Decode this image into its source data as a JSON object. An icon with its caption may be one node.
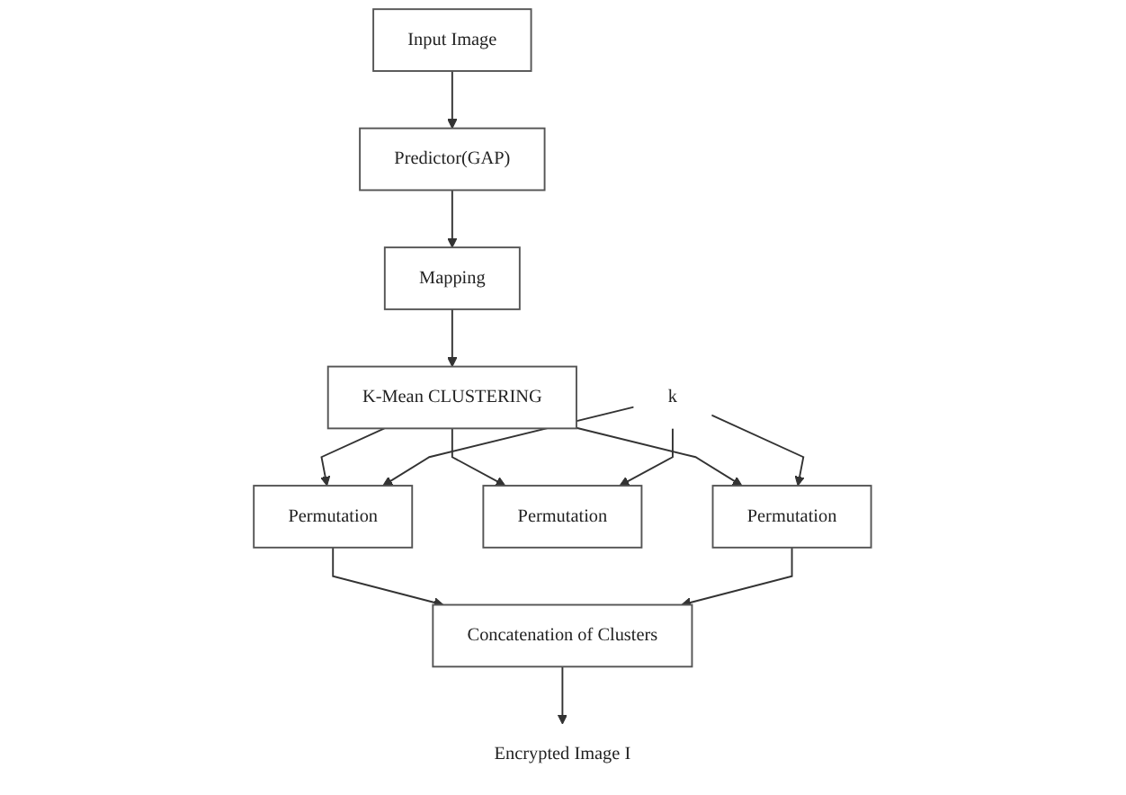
{
  "diagram": {
    "nodes": [
      {
        "text": [
          "Input Image"
        ]
      },
      {
        "text": [
          "Predictor(GAP)"
        ]
      },
      {
        "text": [
          "Mapping"
        ]
      },
      {
        "text": [
          "K-Mean CLUSTERING"
        ]
      },
      {
        "text": [
          "Permutation"
        ]
      },
      {
        "text": [
          "Permutation"
        ]
      },
      {
        "text": [
          "Permutation"
        ]
      },
      {
        "text": [
          "k"
        ]
      },
      {
        "text": [
          "Concatenation of Clusters"
        ]
      },
      {
        "text": [
          "Encrypted Image I"
        ]
      }
    ],
    "edges": [
      {
        "from": 0,
        "to": 1,
        "arrow": "to"
      },
      {
        "from": 1,
        "to": 2,
        "arrow": "to"
      },
      {
        "from": 2,
        "to": 3,
        "arrow": "to"
      },
      {
        "from": 3,
        "to": 4,
        "arrow": "to"
      },
      {
        "from": 3,
        "to": 5,
        "arrow": "to"
      },
      {
        "from": 3,
        "to": 6,
        "arrow": "to"
      },
      {
        "from": 7,
        "to": 4,
        "arrow": "to"
      },
      {
        "from": 7,
        "to": 5,
        "arrow": "to"
      },
      {
        "from": 7,
        "to": 6,
        "arrow": "to"
      },
      {
        "from": 4,
        "to": 8,
        "arrow": "to"
      },
      {
        "from": 6,
        "to": 8,
        "arrow": "to"
      },
      {
        "from": 8,
        "to": 9,
        "arrow": "to"
      }
    ]
  }
}
